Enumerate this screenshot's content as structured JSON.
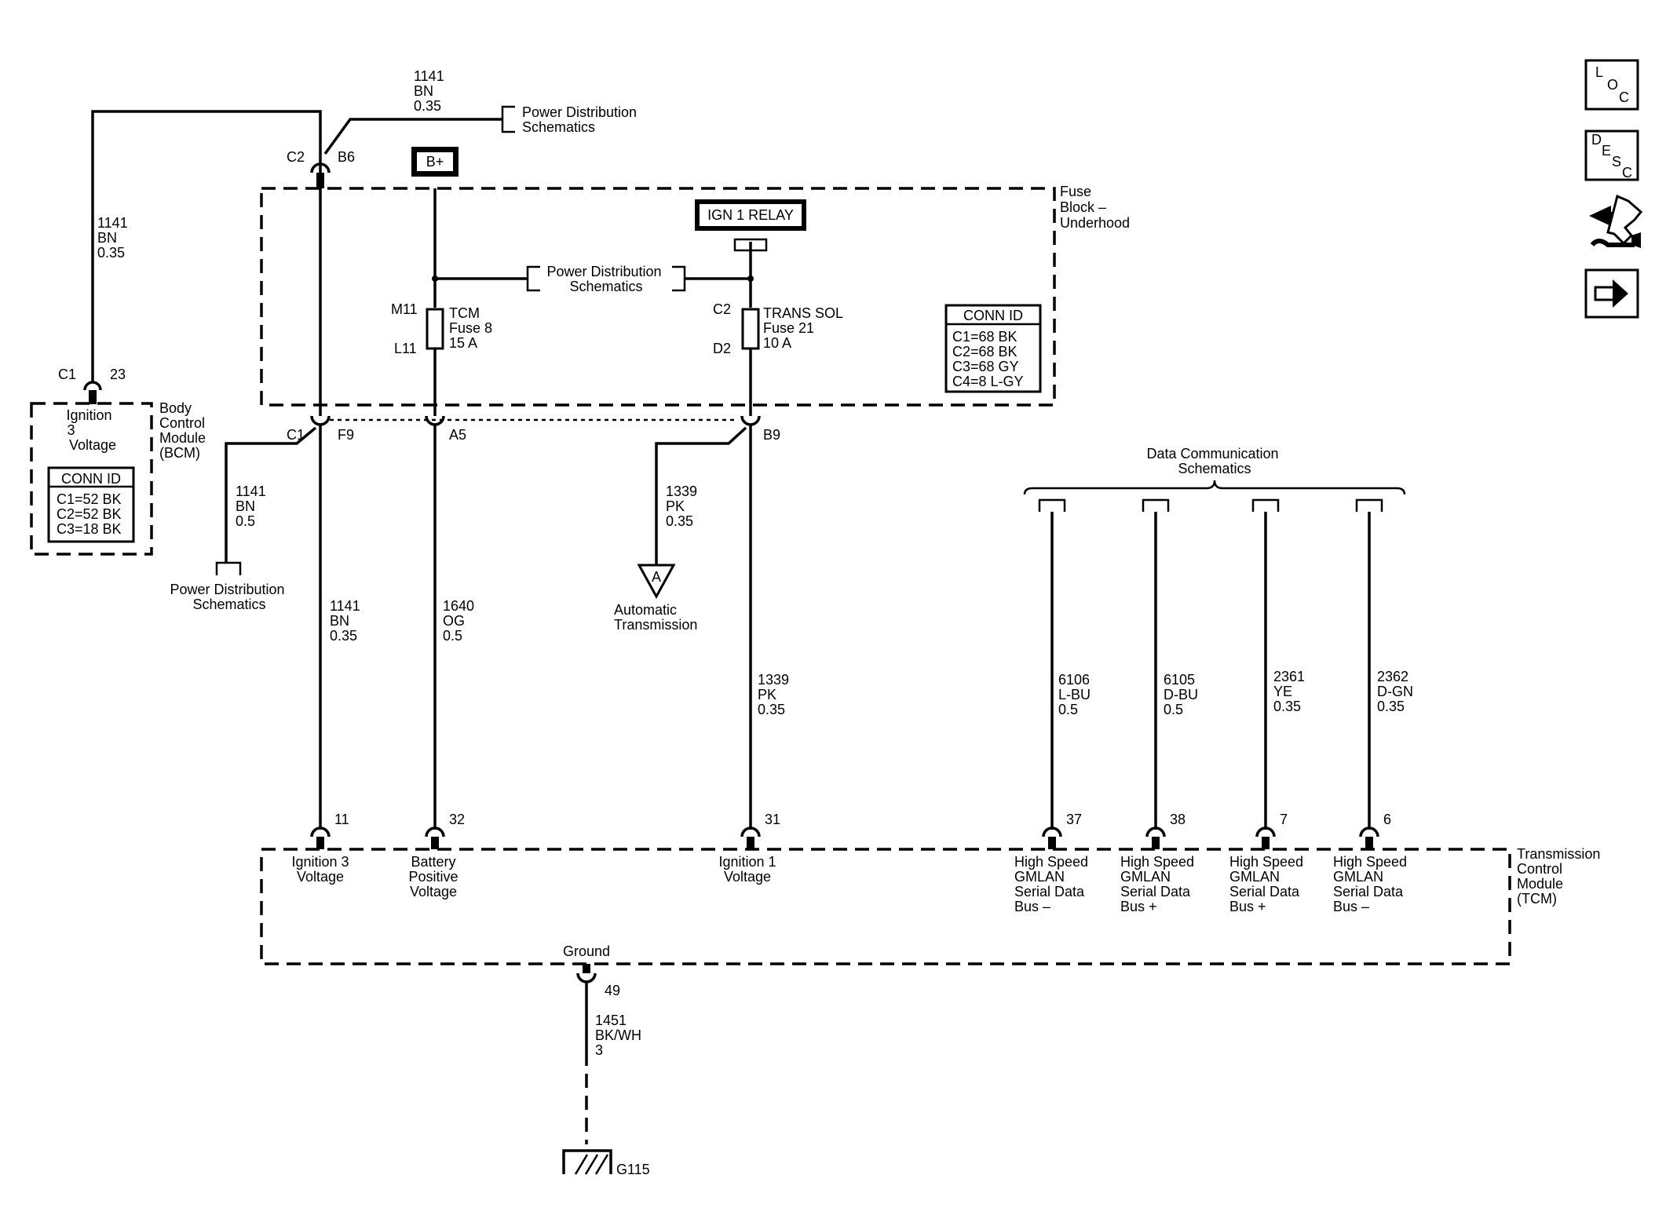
{
  "blocks": {
    "fuse_block": [
      "Fuse",
      "Block –",
      "Underhood"
    ],
    "bcm": [
      "Body",
      "Control",
      "Module",
      "(BCM)"
    ],
    "tcm": [
      "Transmission",
      "Control",
      "Module",
      "(TCM)"
    ]
  },
  "refs": {
    "power_distribution": [
      "Power Distribution",
      "Schematics"
    ],
    "data_communication": [
      "Data Communication",
      "Schematics"
    ],
    "automatic_transmission": [
      "Automatic",
      "Transmission"
    ],
    "auto_trans_marker": "A"
  },
  "components": {
    "b_plus": "B+",
    "ign1_relay": "IGN 1 RELAY",
    "tcm_fuse": [
      "TCM",
      "Fuse 8",
      "15 A"
    ],
    "trans_sol_fuse": [
      "TRANS SOL",
      "Fuse 21",
      "10 A"
    ],
    "ground_label": "G115"
  },
  "conn_ids": {
    "title": "CONN ID",
    "fuse_block": [
      "C1=68 BK",
      "C2=68 BK",
      "C3=68 GY",
      "C4=8 L-GY"
    ],
    "bcm": [
      "C1=52 BK",
      "C2=52 BK",
      "C3=18 BK"
    ]
  },
  "connectors": {
    "c2": "C2",
    "b6": "B6",
    "c1_top": "C1",
    "f9": "F9",
    "a5": "A5",
    "b9": "B9",
    "m11": "M11",
    "l11": "L11",
    "c2_fuse": "C2",
    "d2": "D2",
    "bcm_c1": "C1",
    "bcm_23": "23"
  },
  "wires": {
    "w_top": [
      "1141",
      "BN",
      "0.35"
    ],
    "w_bcm": [
      "1141",
      "BN",
      "0.35"
    ],
    "w_pd_left": [
      "1141",
      "BN",
      "0.5"
    ],
    "w_ign3": [
      "1141",
      "BN",
      "0.35"
    ],
    "w_bat": [
      "1640",
      "OG",
      "0.5"
    ],
    "w_pk_a": [
      "1339",
      "PK",
      "0.35"
    ],
    "w_pk_main": [
      "1339",
      "PK",
      "0.35"
    ],
    "w_6106": [
      "6106",
      "L-BU",
      "0.5"
    ],
    "w_6105": [
      "6105",
      "D-BU",
      "0.5"
    ],
    "w_2361": [
      "2361",
      "YE",
      "0.35"
    ],
    "w_2362": [
      "2362",
      "D-GN",
      "0.35"
    ],
    "w_ground": [
      "1451",
      "BK/WH",
      "3"
    ]
  },
  "bcm_pin": [
    "Ignition",
    "3",
    "Voltage"
  ],
  "tcm_pins": [
    {
      "num": "11",
      "label": [
        "Ignition 3",
        "Voltage"
      ]
    },
    {
      "num": "32",
      "label": [
        "Battery",
        "Positive",
        "Voltage"
      ]
    },
    {
      "num": "31",
      "label": [
        "Ignition 1",
        "Voltage"
      ]
    },
    {
      "num": "37",
      "label": [
        "High Speed",
        "GMLAN",
        "Serial Data",
        "Bus –"
      ]
    },
    {
      "num": "38",
      "label": [
        "High Speed",
        "GMLAN",
        "Serial Data",
        "Bus +"
      ]
    },
    {
      "num": "7",
      "label": [
        "High Speed",
        "GMLAN",
        "Serial Data",
        "Bus +"
      ]
    },
    {
      "num": "6",
      "label": [
        "High Speed",
        "GMLAN",
        "Serial Data",
        "Bus –"
      ]
    }
  ],
  "ground": {
    "label": "Ground",
    "pin": "49"
  },
  "sidebar": {
    "loc": [
      "L",
      "O",
      "C"
    ],
    "desc": [
      "D",
      "E",
      "S",
      "C"
    ],
    "icons": [
      "loc-icon",
      "desc-icon",
      "connector-tool-icon",
      "next-arrow-icon"
    ]
  }
}
